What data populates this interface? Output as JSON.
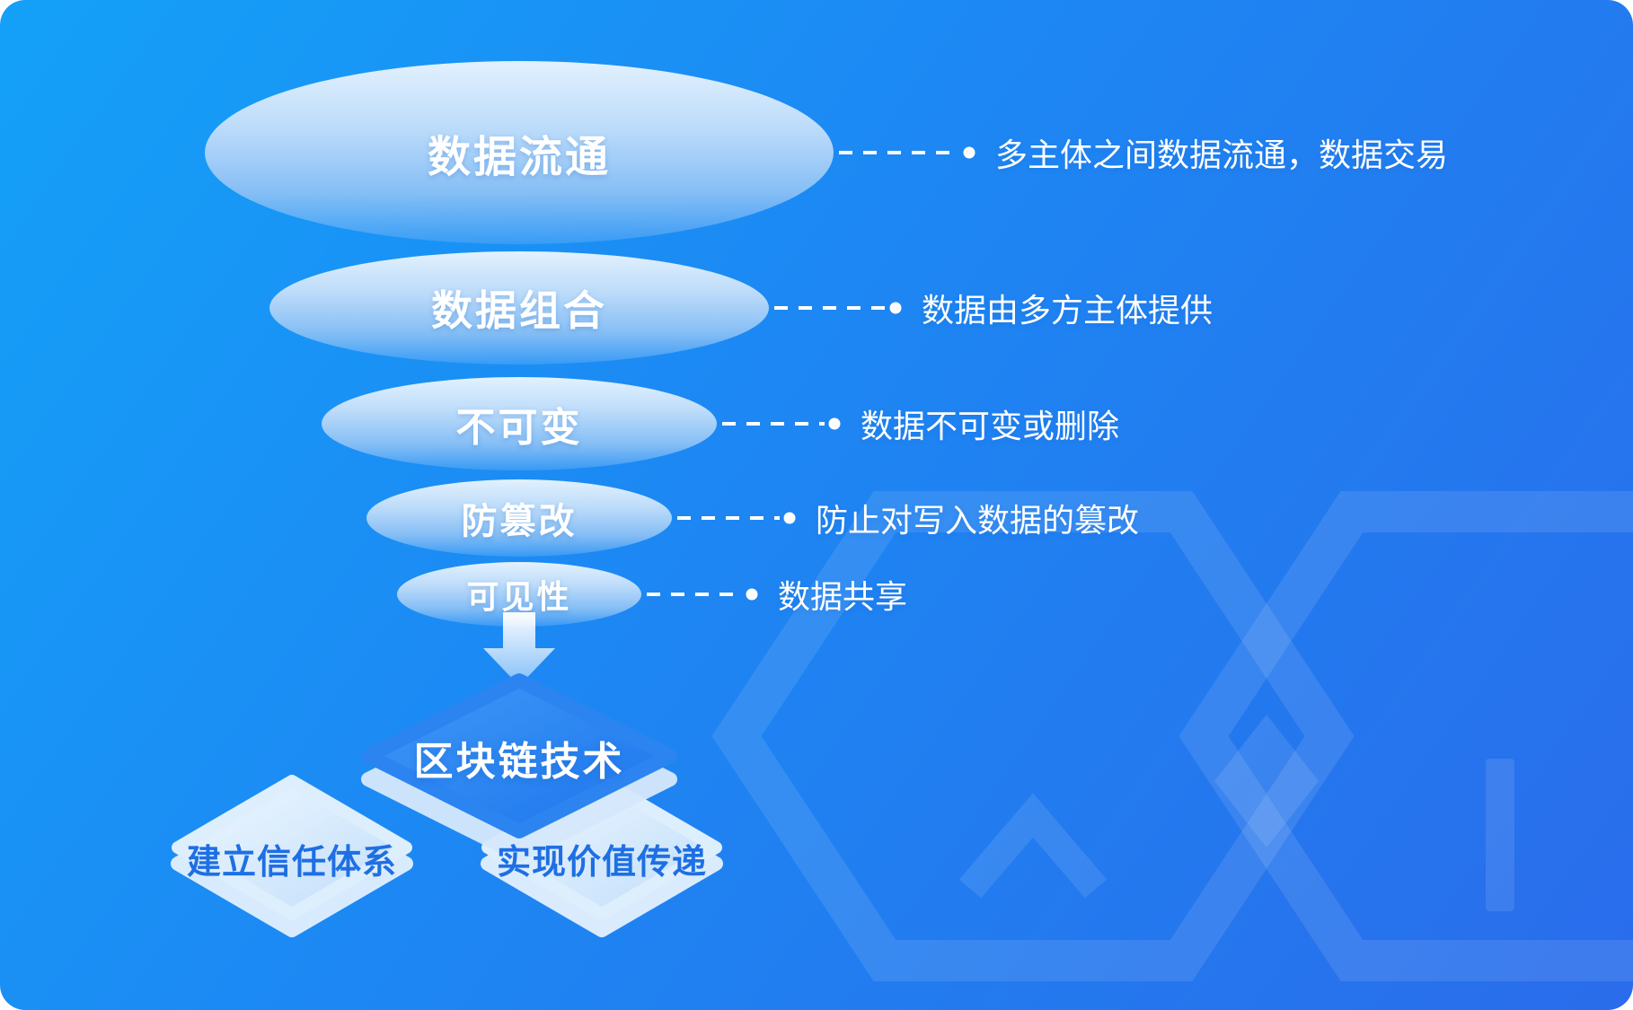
{
  "diagram": {
    "funnel": {
      "tiers": [
        {
          "label": "数据流通",
          "desc": "多主体之间数据流通，数据交易"
        },
        {
          "label": "数据组合",
          "desc": "数据由多方主体提供"
        },
        {
          "label": "不可变",
          "desc": "数据不可变或删除"
        },
        {
          "label": "防篡改",
          "desc": "防止对写入数据的篡改"
        },
        {
          "label": "可见性",
          "desc": "数据共享"
        }
      ]
    },
    "core": {
      "label": "区块链技术"
    },
    "outcomes": [
      {
        "label": "建立信任体系"
      },
      {
        "label": "实现价值传递"
      }
    ],
    "colors": {
      "background_start": "#14A1F8",
      "background_end": "#2A6CEB",
      "ellipse_light": "#E2F1FE",
      "core_diamond_face": "#2E86F2",
      "diamond_edge_light": "#D6E9FC",
      "outcome_face": "#D9EBFC",
      "outcome_text": "#1E6FE4",
      "connector": "#FFFFFF",
      "text": "#FFFFFF"
    }
  }
}
